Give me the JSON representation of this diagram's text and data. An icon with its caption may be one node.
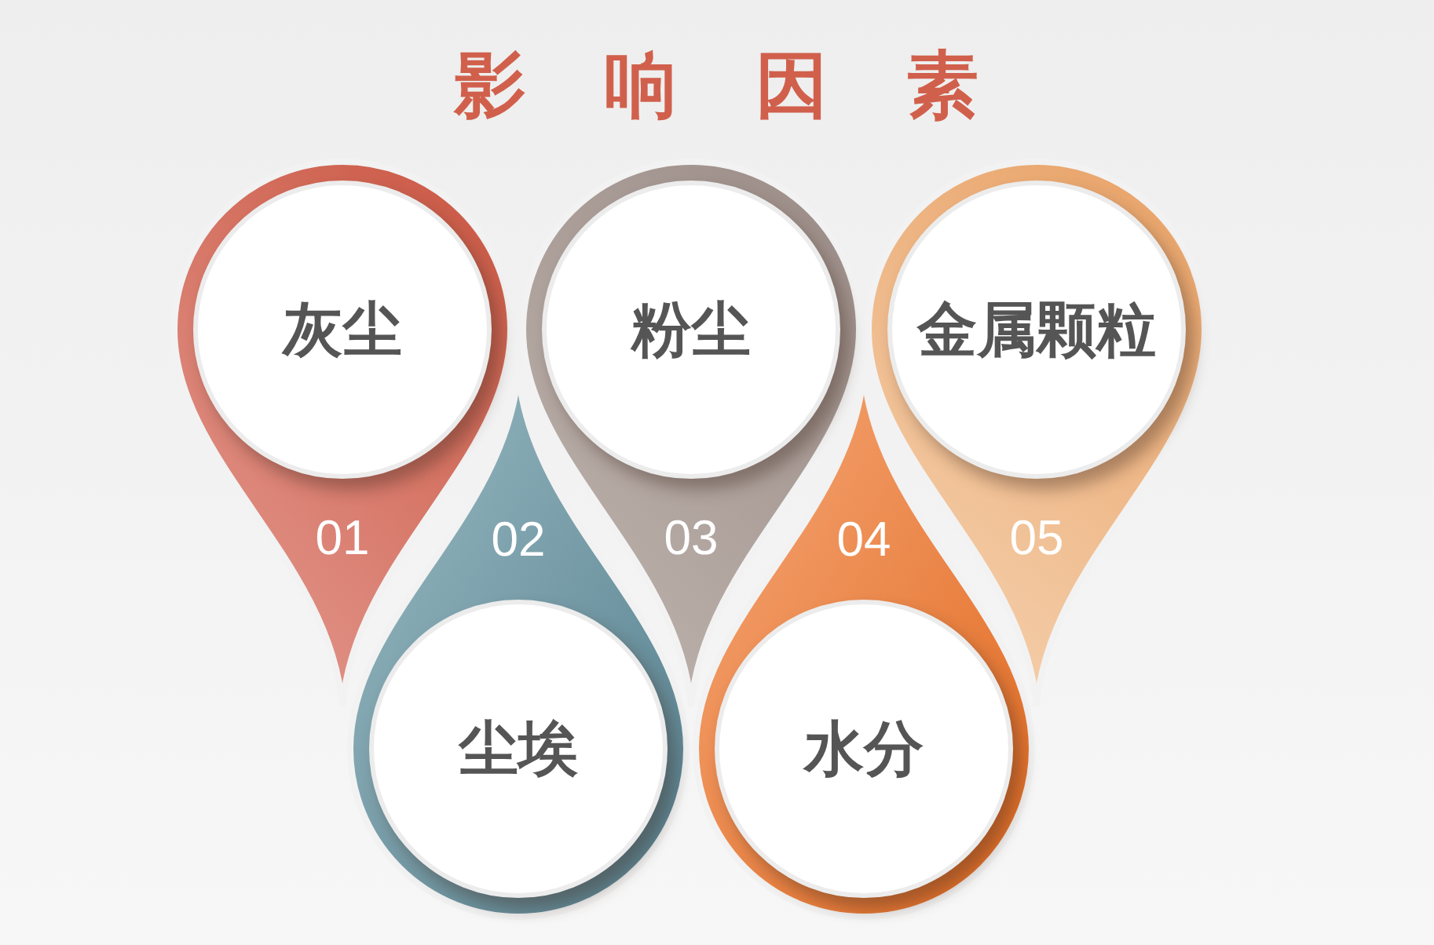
{
  "diagram": {
    "title": "影 响 因 素",
    "nodes": [
      {
        "text": [
          "01"
        ]
      },
      {
        "text": [
          "灰尘"
        ],
        "in": 0
      },
      {
        "text": [
          "02"
        ]
      },
      {
        "text": [
          "尘埃"
        ],
        "in": 2
      },
      {
        "text": [
          "03"
        ]
      },
      {
        "text": [
          "粉尘"
        ],
        "in": 4
      },
      {
        "text": [
          "04"
        ]
      },
      {
        "text": [
          "水分"
        ],
        "in": 6
      },
      {
        "text": [
          "05"
        ]
      },
      {
        "text": [
          "金属颗粒"
        ],
        "in": 8
      }
    ]
  }
}
